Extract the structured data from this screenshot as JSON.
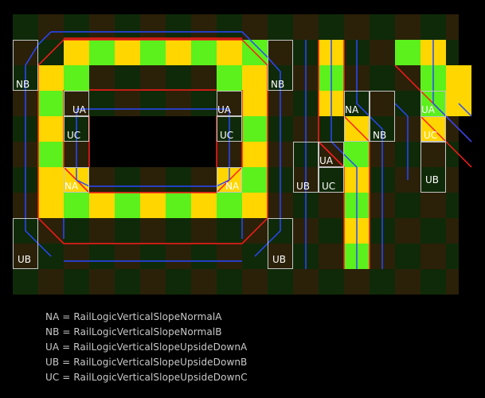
{
  "colors": {
    "checker_dark": "#0f2a08",
    "checker_brown": "#2b2109",
    "tile_green": "#5cf01c",
    "tile_yellow": "#ffd600",
    "rail_red": "#ff1a1a",
    "rail_blue": "#2848ff",
    "box_outline": "#c4c4c4",
    "label_text": "#ffffff",
    "background": "#000000"
  },
  "markers": {
    "NB": "NB",
    "NA": "NA",
    "UA": "UA",
    "UB": "UB",
    "UC": "UC"
  },
  "legend": [
    {
      "code": "NA",
      "text": "NA = RailLogicVerticalSlopeNormalA"
    },
    {
      "code": "NB",
      "text": "NB = RailLogicVerticalSlopeNormalB"
    },
    {
      "code": "UA",
      "text": "UA = RailLogicVerticalSlopeUpsideDownA"
    },
    {
      "code": "UB",
      "text": "UB = RailLogicVerticalSlopeUpsideDownB"
    },
    {
      "code": "UC",
      "text": "UC = RailLogicVerticalSlopeUpsideDownC"
    }
  ]
}
